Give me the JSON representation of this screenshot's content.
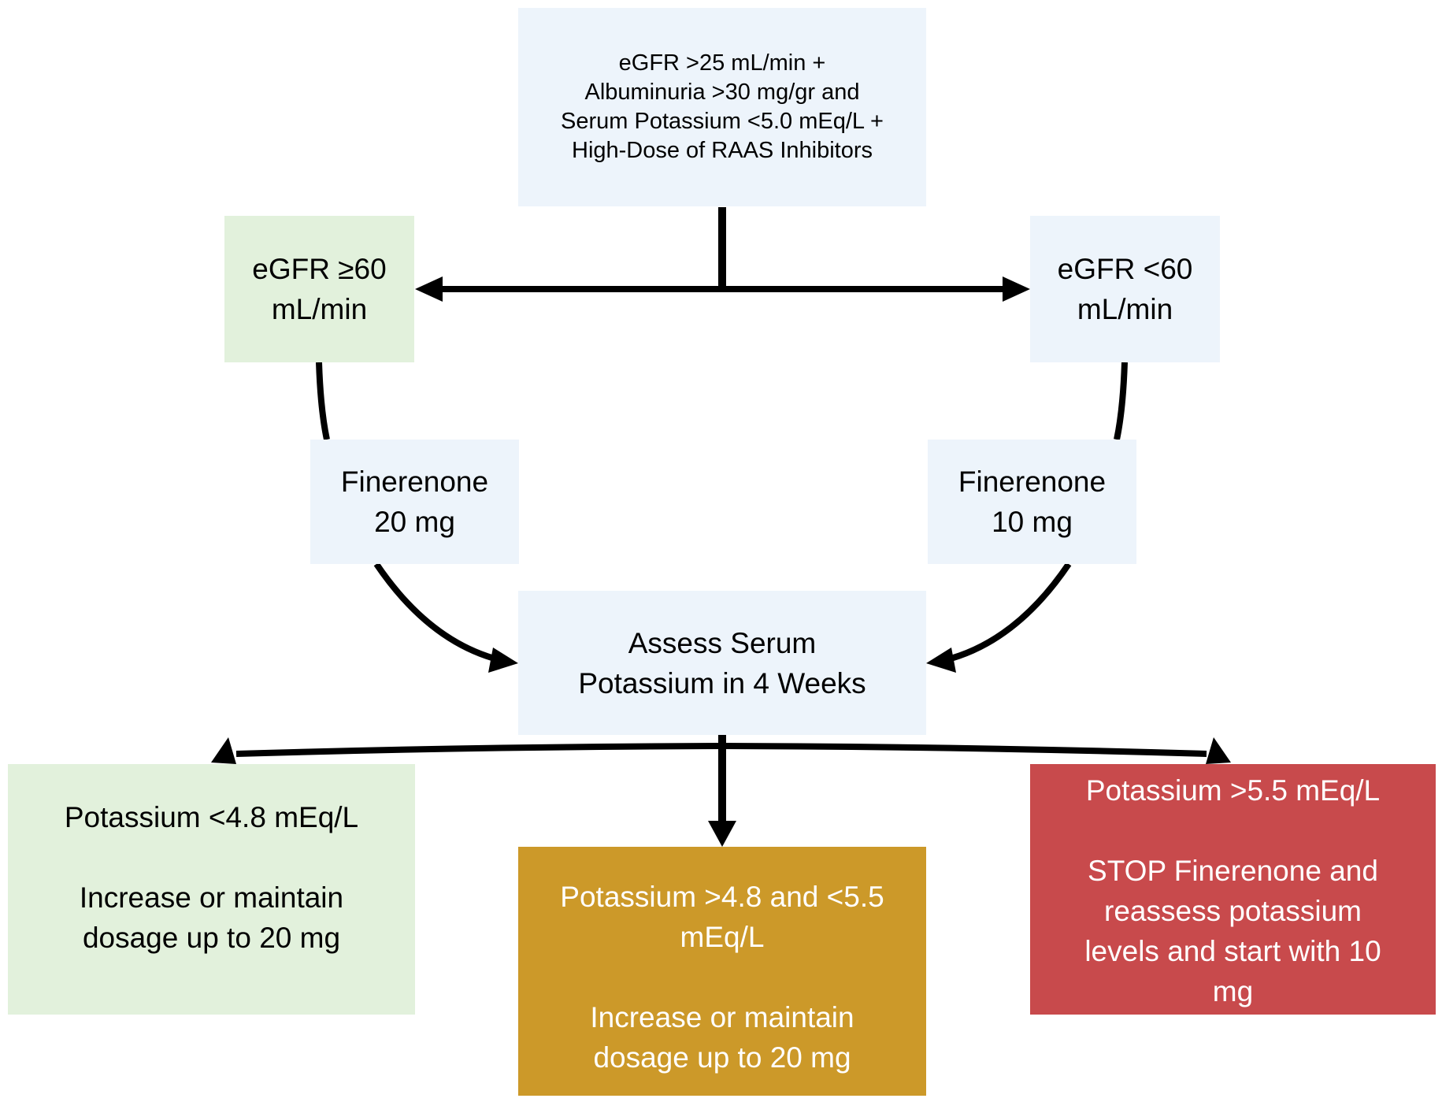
{
  "colors": {
    "light_blue": "#edf4fb",
    "light_green": "#e2f1dc",
    "gold": "#cc9929",
    "red": "#c84a4c",
    "arrow": "#000000"
  },
  "nodes": {
    "criteria": {
      "lines": [
        "eGFR >25 mL/min +",
        "Albuminuria >30 mg/gr and",
        "Serum Potassium <5.0 mEq/L +",
        "High-Dose of RAAS Inhibitors"
      ]
    },
    "egfr_high": {
      "lines": [
        "eGFR ≥60",
        "mL/min"
      ]
    },
    "egfr_low": {
      "lines": [
        "eGFR <60",
        "mL/min"
      ]
    },
    "dose_20": {
      "lines": [
        "Finerenone",
        "20 mg"
      ]
    },
    "dose_10": {
      "lines": [
        "Finerenone",
        "10 mg"
      ]
    },
    "assess": {
      "lines": [
        "Assess Serum",
        "Potassium in 4 Weeks"
      ]
    },
    "low_k": {
      "heading": "Potassium <4.8 mEq/L",
      "action_lines": [
        "Increase or maintain",
        "dosage up to 20 mg"
      ]
    },
    "mid_k": {
      "heading_lines": [
        "Potassium >4.8 and <5.5",
        "mEq/L"
      ],
      "action_lines": [
        "Increase or maintain",
        "dosage up to 20 mg"
      ]
    },
    "high_k": {
      "heading": "Potassium >5.5 mEq/L",
      "action_lines": [
        "STOP Finerenone and",
        "reassess potassium",
        "levels and start with 10",
        "mg"
      ]
    }
  },
  "edges": [
    {
      "from": "criteria",
      "to": "egfr_high"
    },
    {
      "from": "criteria",
      "to": "egfr_low"
    },
    {
      "from": "egfr_high",
      "to": "dose_20"
    },
    {
      "from": "egfr_low",
      "to": "dose_10"
    },
    {
      "from": "dose_20",
      "to": "assess"
    },
    {
      "from": "dose_10",
      "to": "assess"
    },
    {
      "from": "assess",
      "to": "low_k"
    },
    {
      "from": "assess",
      "to": "mid_k"
    },
    {
      "from": "assess",
      "to": "high_k"
    }
  ]
}
